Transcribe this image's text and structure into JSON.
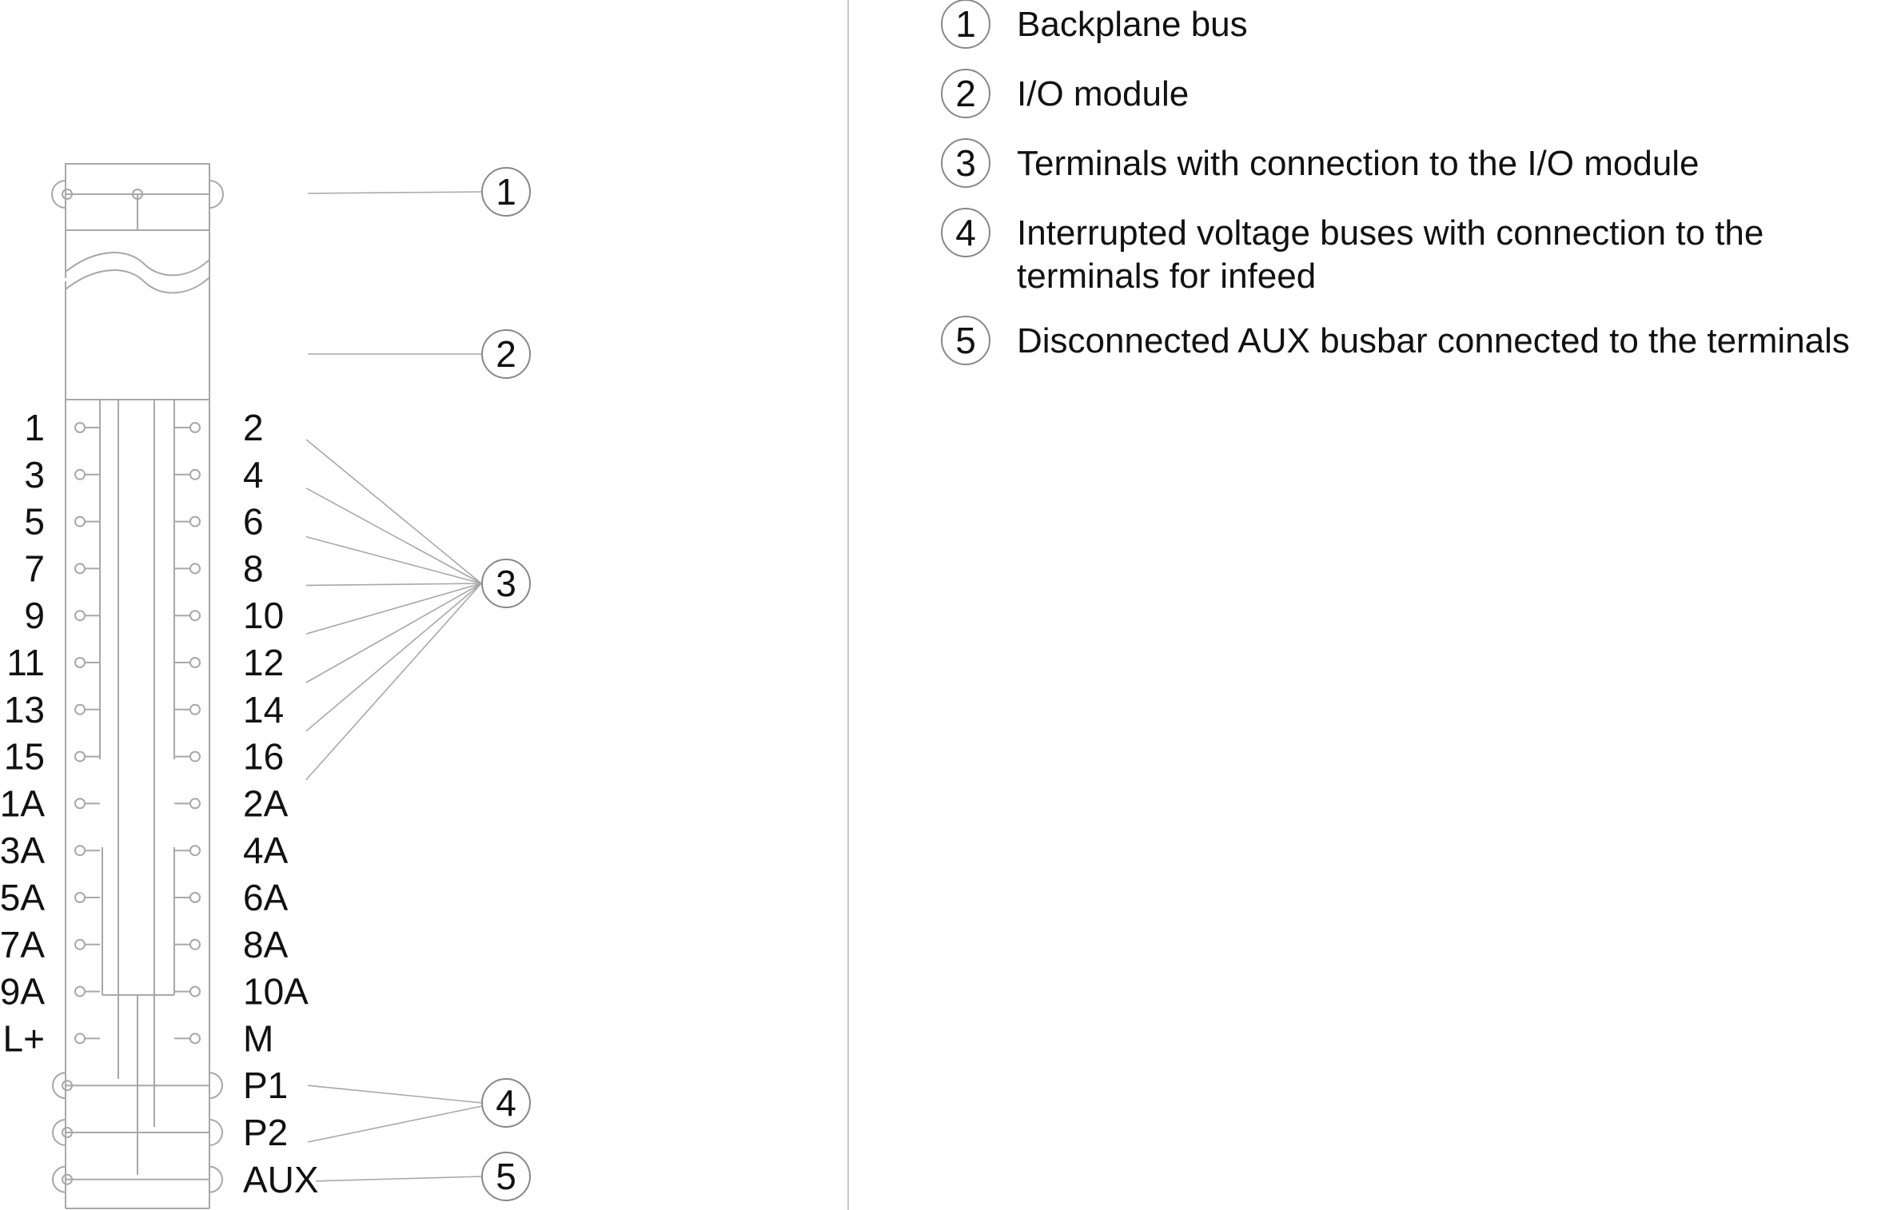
{
  "pins": {
    "left": [
      "1",
      "3",
      "5",
      "7",
      "9",
      "11",
      "13",
      "15",
      "1A",
      "3A",
      "5A",
      "7A",
      "9A",
      "L+"
    ],
    "right": [
      "2",
      "4",
      "6",
      "8",
      "10",
      "12",
      "14",
      "16",
      "2A",
      "4A",
      "6A",
      "8A",
      "10A",
      "M",
      "P1",
      "P2",
      "AUX"
    ]
  },
  "callouts": [
    "1",
    "2",
    "3",
    "4",
    "5"
  ],
  "legend": [
    {
      "num": "1",
      "lines": [
        "Backplane bus"
      ]
    },
    {
      "num": "2",
      "lines": [
        "I/O module"
      ]
    },
    {
      "num": "3",
      "lines": [
        "Terminals with connection to the I/O module"
      ]
    },
    {
      "num": "4",
      "lines": [
        "Interrupted voltage buses with connection to the",
        "terminals for infeed"
      ]
    },
    {
      "num": "5",
      "lines": [
        "Disconnected AUX busbar connected to the terminals"
      ]
    }
  ],
  "colors": {
    "stroke": "#a8a8a8",
    "text": "#111111",
    "circle": "#888888"
  }
}
